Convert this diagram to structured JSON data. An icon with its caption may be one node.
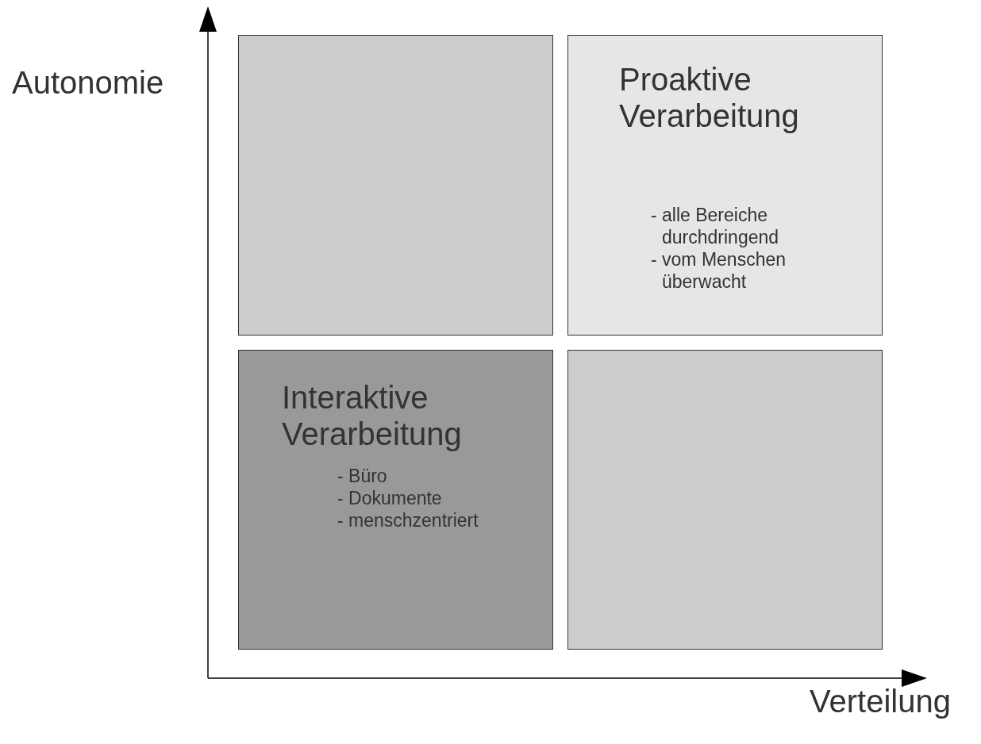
{
  "diagram": {
    "nodes": [
      {
        "text": [],
        "shape": "box"
      },
      {
        "text": [
          "Proaktive Verarbeitung",
          "- alle Bereiche durchdringend",
          "- vom Menschen überwacht"
        ]
      },
      {
        "text": [
          "Interaktive Verarbeitung",
          "- Büro",
          "- Dokumente",
          "- menschzentriert"
        ]
      },
      {
        "text": [],
        "shape": "box"
      }
    ],
    "edges": [],
    "labels": [
      "Autonomie",
      "Verteilung"
    ]
  }
}
